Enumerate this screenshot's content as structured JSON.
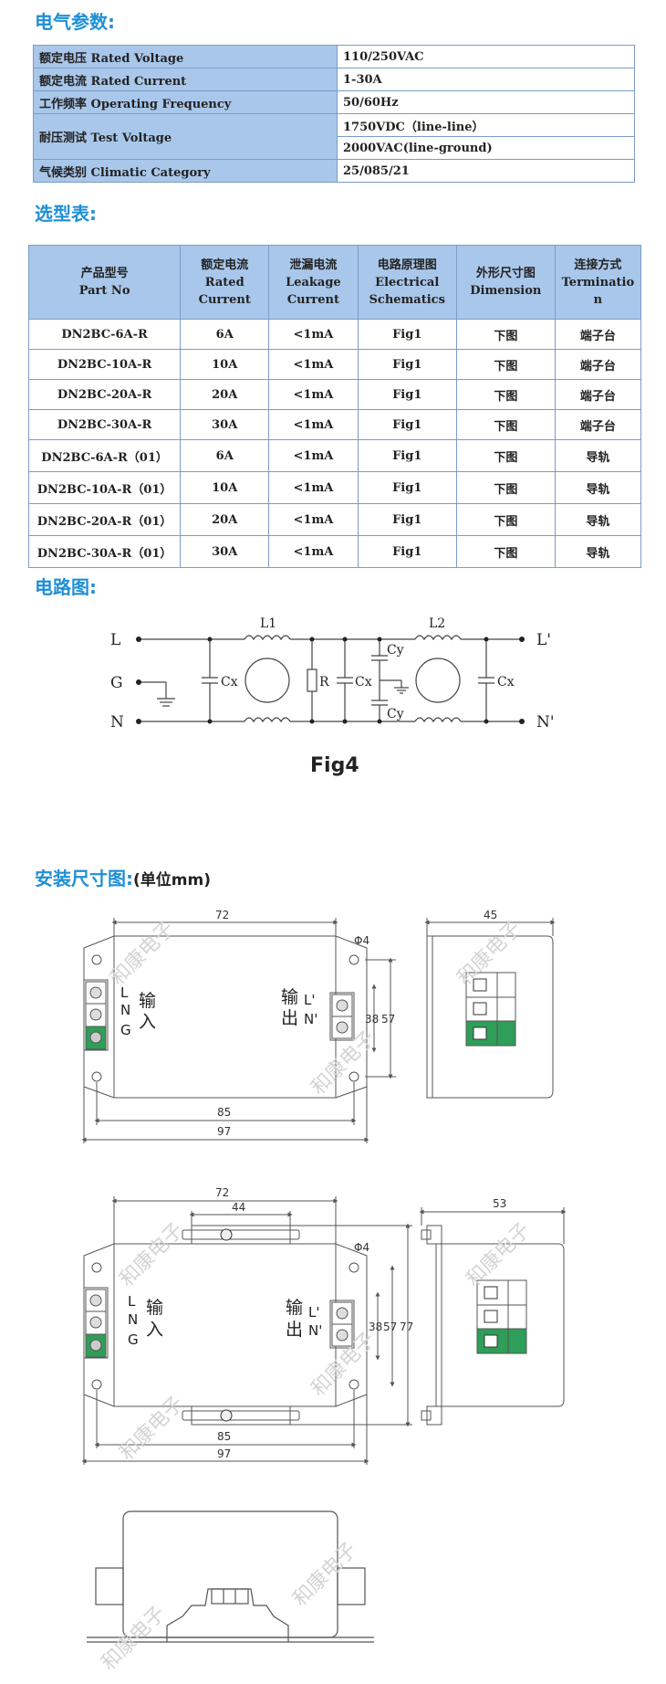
{
  "sections": {
    "params_title": "电气参数:",
    "select_title": "选型表:",
    "circuit_title": "电路图:",
    "install_title": "安装尺寸图:",
    "install_unit": "(单位mm)"
  },
  "params": [
    {
      "label": "额定电压 Rated Voltage",
      "value": "110/250VAC"
    },
    {
      "label": "额定电流 Rated Current",
      "value": "1-30A"
    },
    {
      "label": "工作频率 Operating Frequency",
      "value": "50/60Hz"
    },
    {
      "label": "耐压测试 Test Voltage",
      "value": "1750VDC（line-line）",
      "value2": "2000VAC(line-ground)"
    },
    {
      "label": "气候类别 Climatic Category",
      "value": "25/085/21"
    }
  ],
  "selection": {
    "headers": [
      [
        "产品型号",
        "Part No"
      ],
      [
        "额定电流",
        "Rated",
        "Current"
      ],
      [
        "泄漏电流",
        "Leakage",
        "Current"
      ],
      [
        "电路原理图",
        "Electrical",
        "Schematics"
      ],
      [
        "外形尺寸图",
        "Dimension"
      ],
      [
        "连接方式",
        "Terminatio",
        "n"
      ]
    ],
    "rows": [
      [
        "DN2BC-6A-R",
        "6A",
        "<1mA",
        "Fig1",
        "下图",
        "端子台"
      ],
      [
        "DN2BC-10A-R",
        "10A",
        "<1mA",
        "Fig1",
        "下图",
        "端子台"
      ],
      [
        "DN2BC-20A-R",
        "20A",
        "<1mA",
        "Fig1",
        "下图",
        "端子台"
      ],
      [
        "DN2BC-30A-R",
        "30A",
        "<1mA",
        "Fig1",
        "下图",
        "端子台"
      ],
      [
        "DN2BC-6A-R（01）",
        "6A",
        "<1mA",
        "Fig1",
        "下图",
        "导轨"
      ],
      [
        "DN2BC-10A-R（01）",
        "10A",
        "<1mA",
        "Fig1",
        "下图",
        "导轨"
      ],
      [
        "DN2BC-20A-R（01）",
        "20A",
        "<1mA",
        "Fig1",
        "下图",
        "导轨"
      ],
      [
        "DN2BC-30A-R（01）",
        "30A",
        "<1mA",
        "Fig1",
        "下图",
        "导轨"
      ]
    ]
  },
  "circuit": {
    "L": "L",
    "G": "G",
    "N": "N",
    "Lp": "L'",
    "Np": "N'",
    "L1": "L1",
    "L2": "L2",
    "Cx": "Cx",
    "R": "R",
    "Cy": "Cy",
    "fig": "Fig4"
  },
  "dims": {
    "w72": "72",
    "w45": "45",
    "w53": "53",
    "w44": "44",
    "h38": "38",
    "h57": "57",
    "h77": "77",
    "w85": "85",
    "w97": "97",
    "phi4": "Φ4",
    "in1": "输",
    "in2": "入",
    "out1": "输",
    "out2": "出",
    "tL": "L",
    "tN": "N",
    "tG": "G",
    "tLp": "L'",
    "tNp": "N'",
    "watermark": "和康电子"
  }
}
